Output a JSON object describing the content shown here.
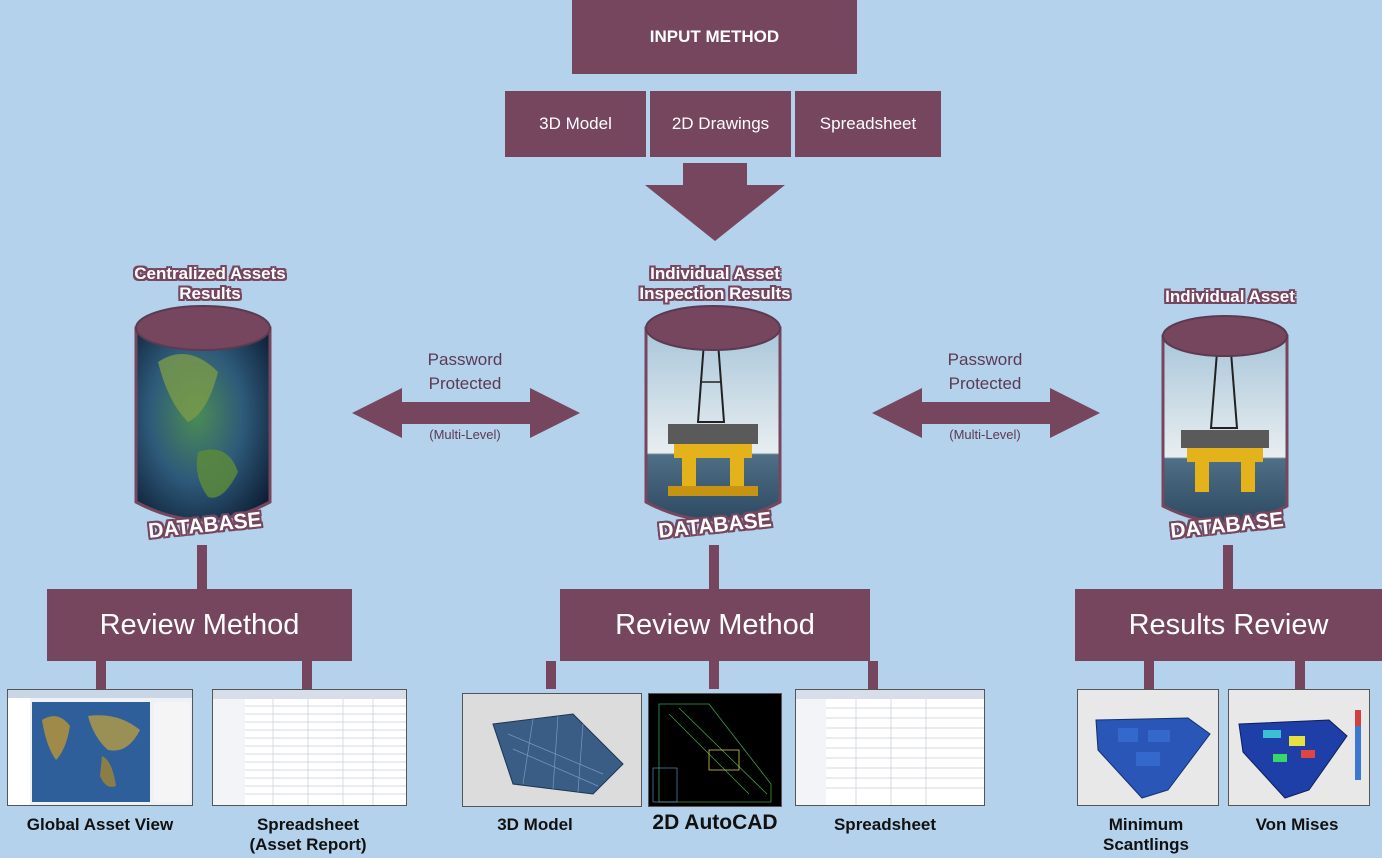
{
  "input": {
    "title": "INPUT METHOD",
    "options": [
      "3D Model",
      "2D Drawings",
      "Spreadsheet"
    ]
  },
  "databases": [
    {
      "title_line1": "Centralized Assets",
      "title_line2": "Results",
      "label": "DATABASE",
      "image": "globe"
    },
    {
      "title_line1": "Individual Asset",
      "title_line2": "Inspection Results",
      "label": "DATABASE",
      "image": "oil-rig"
    },
    {
      "title_line1": "Individual Asset",
      "title_line2": "",
      "label": "DATABASE",
      "image": "oil-rig"
    }
  ],
  "connectors": [
    {
      "line1": "Password",
      "line2": "Protected",
      "line3": "(Multi-Level)"
    },
    {
      "line1": "Password",
      "line2": "Protected",
      "line3": "(Multi-Level)"
    }
  ],
  "methods": [
    "Review Method",
    "Review Method",
    "Results Review"
  ],
  "thumbnails": {
    "t1": {
      "line1": "Global Asset View",
      "line2": ""
    },
    "t2": {
      "line1": "Spreadsheet",
      "line2": "(Asset Report)"
    },
    "t3": {
      "line1": "3D Model",
      "line2": ""
    },
    "t4": {
      "line1": "2D AutoCAD",
      "line2": ""
    },
    "t5": {
      "line1": "Spreadsheet",
      "line2": ""
    },
    "t6": {
      "line1": "Minimum",
      "line2": "Scantlings"
    },
    "t7": {
      "line1": "Von Mises",
      "line2": ""
    }
  },
  "colors": {
    "background": "#b4d2ec",
    "accent": "#76465f"
  }
}
